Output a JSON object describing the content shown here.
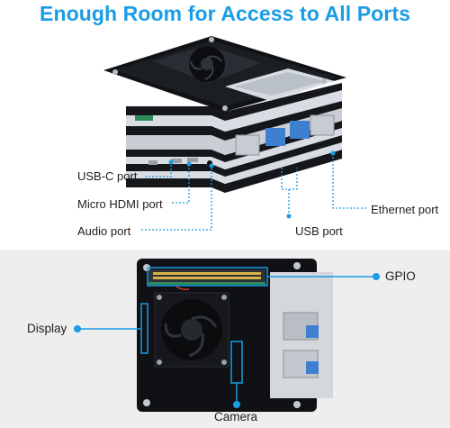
{
  "headline": "Enough Room for Access to All Ports",
  "colors": {
    "accent": "#1a9ce6",
    "headline": "#1a9ce6",
    "case_black": "#101216",
    "acrylic_clear": "#d9dde2",
    "panel_bg": "#eeeeee"
  },
  "top_labels": {
    "usb_c": "USB-C port",
    "micro_hdmi": "Micro HDMI port",
    "audio": "Audio port",
    "usb": "USB port",
    "ethernet": "Ethernet port"
  },
  "bottom_labels": {
    "gpio": "GPIO",
    "display": "Display",
    "camera": "Camera"
  },
  "icons": {
    "fan": "cooling-fan-icon",
    "dot": "callout-dot-icon"
  }
}
